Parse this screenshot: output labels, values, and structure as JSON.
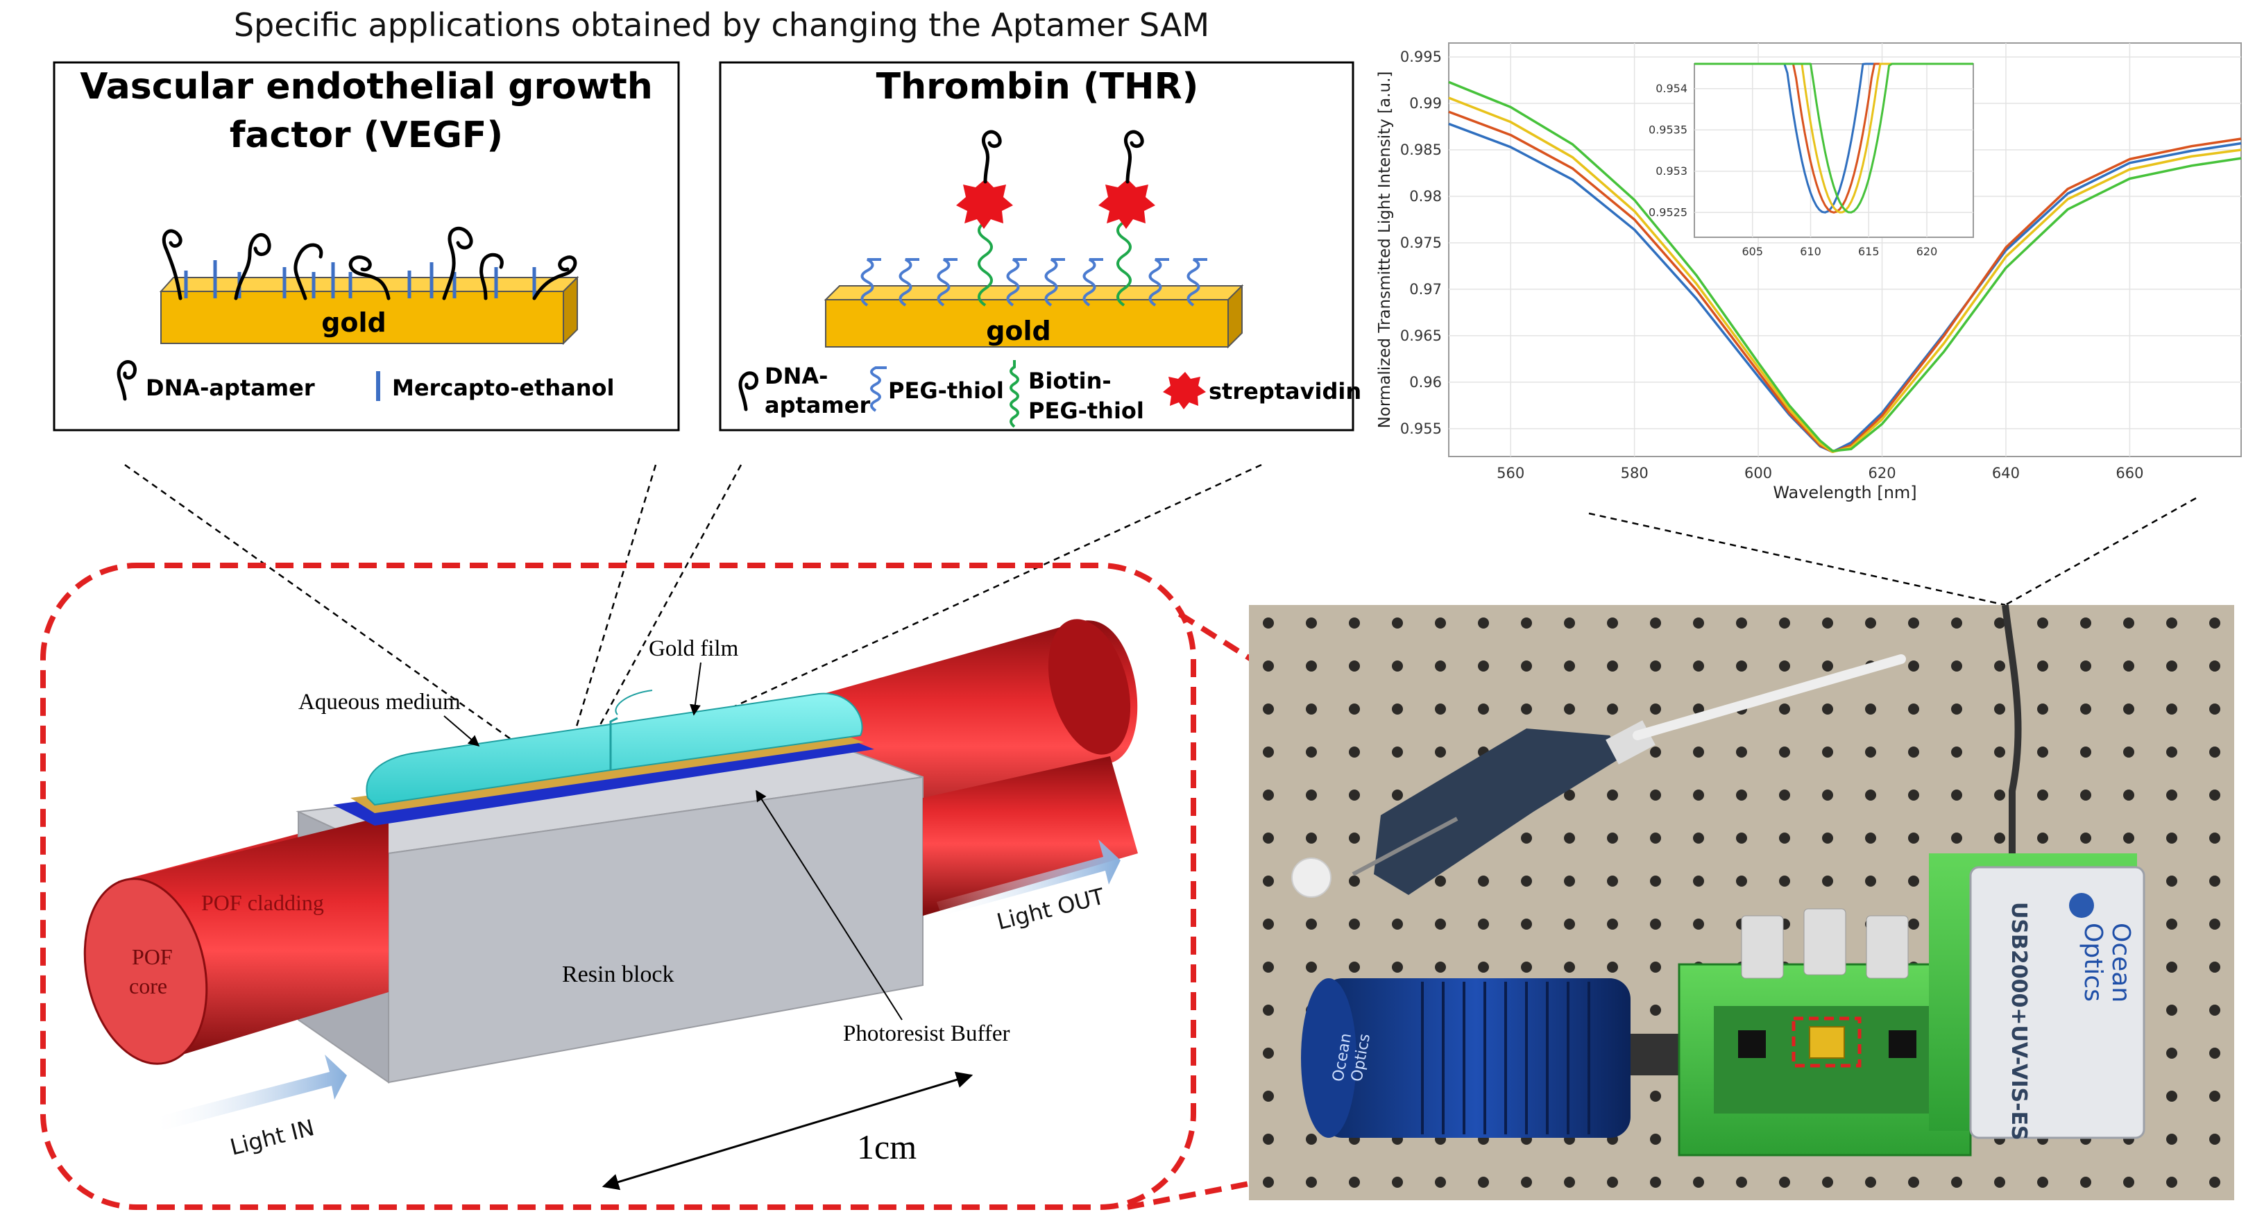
{
  "header": {
    "title": "Specific applications obtained by changing the Aptamer SAM"
  },
  "vegf_panel": {
    "title_line1": "Vascular endothelial growth",
    "title_line2": "factor (VEGF)",
    "surface_label": "gold",
    "legend_aptamer": "DNA-aptamer",
    "legend_mercapto": "Mercapto-ethanol"
  },
  "thr_panel": {
    "title": "Thrombin (THR)",
    "surface_label": "gold",
    "legend_aptamer_1": "DNA-",
    "legend_aptamer_2": "aptamer",
    "legend_peg": "PEG-thiol",
    "legend_biotin_1": "Biotin-",
    "legend_biotin_2": "PEG-thiol",
    "legend_streptavidin": "streptavidin"
  },
  "sensor_diagram": {
    "label_gold_film": "Gold film",
    "label_aqueous": "Aqueous medium",
    "label_pof_cladding": "POF cladding",
    "label_pof_core_1": "POF",
    "label_pof_core_2": "core",
    "label_resin": "Resin block",
    "label_photoresist": "Photoresist Buffer",
    "label_light_in": "Light IN",
    "label_light_out": "Light OUT",
    "label_scale": "1cm"
  },
  "photo": {
    "device_label_brand_1": "Ocean",
    "device_label_brand_2": "Optics",
    "device_label_model": "USB2000+UV-VIS-ES",
    "source_label_1": "Ocean",
    "source_label_2": "Optics"
  },
  "colors": {
    "gold": "#f5b800",
    "red_fiber": "#c8151b",
    "cyan_medium": "#5ee6e6",
    "resin_grey": "#b9bcc4",
    "dashed_red": "#e02020",
    "aptamer_blue": "#3c7dd8",
    "biotin_green": "#1ea84b",
    "streptavidin_red": "#e8141c"
  },
  "chart_data": {
    "type": "line",
    "title": "",
    "xlabel": "Wavelength [nm]",
    "ylabel": "Normalized Transmitted Light Intensity [a.u.]",
    "xlim": [
      550,
      678
    ],
    "ylim": [
      0.952,
      0.9965
    ],
    "xticks": [
      560,
      580,
      600,
      620,
      640,
      660
    ],
    "yticks": [
      0.955,
      0.96,
      0.965,
      0.97,
      0.975,
      0.98,
      0.985,
      0.99,
      0.995
    ],
    "ytick_labels": [
      "0.955",
      "0.96",
      "0.965",
      "0.97",
      "0.975",
      "0.98",
      "0.985",
      "0.99",
      "0.995"
    ],
    "grid": true,
    "series": [
      {
        "color": "#2f6fbf",
        "x": [
          550,
          560,
          570,
          580,
          590,
          600,
          605,
          610,
          612,
          615,
          620,
          630,
          640,
          650,
          660,
          670,
          678
        ],
        "y": [
          0.9878,
          0.9853,
          0.9818,
          0.9764,
          0.969,
          0.9606,
          0.9565,
          0.9531,
          0.9525,
          0.9535,
          0.9567,
          0.9652,
          0.9742,
          0.9803,
          0.9836,
          0.9849,
          0.9857
        ]
      },
      {
        "color": "#d9531e",
        "x": [
          550,
          560,
          570,
          580,
          590,
          600,
          605,
          610,
          612,
          615,
          620,
          630,
          640,
          650,
          660,
          670,
          678
        ],
        "y": [
          0.9891,
          0.9866,
          0.983,
          0.9775,
          0.9699,
          0.9611,
          0.9567,
          0.9532,
          0.9525,
          0.9532,
          0.9564,
          0.965,
          0.9745,
          0.9808,
          0.984,
          0.9854,
          0.9862
        ]
      },
      {
        "color": "#e8c21a",
        "x": [
          550,
          560,
          570,
          580,
          590,
          600,
          605,
          610,
          612,
          615,
          620,
          630,
          640,
          650,
          660,
          670,
          678
        ],
        "y": [
          0.9906,
          0.988,
          0.9842,
          0.9784,
          0.9706,
          0.9616,
          0.9571,
          0.9534,
          0.9525,
          0.953,
          0.956,
          0.9642,
          0.9735,
          0.9797,
          0.9829,
          0.9843,
          0.985
        ]
      },
      {
        "color": "#46c23a",
        "x": [
          550,
          560,
          570,
          580,
          590,
          600,
          605,
          610,
          612,
          615,
          620,
          630,
          640,
          650,
          660,
          670,
          678
        ],
        "y": [
          0.9923,
          0.9896,
          0.9856,
          0.9796,
          0.9715,
          0.9621,
          0.9575,
          0.9537,
          0.9526,
          0.9528,
          0.9555,
          0.9633,
          0.9723,
          0.9786,
          0.9819,
          0.9833,
          0.9841
        ]
      }
    ],
    "inset": {
      "xlim": [
        600,
        624
      ],
      "ylim": [
        0.9522,
        0.9543
      ],
      "xticks": [
        605,
        610,
        615,
        620
      ],
      "yticks": [
        0.9525,
        0.953,
        0.9535,
        0.954
      ],
      "ytick_labels": [
        "0.9525",
        "0.953",
        "0.9535",
        "0.954"
      ]
    }
  }
}
